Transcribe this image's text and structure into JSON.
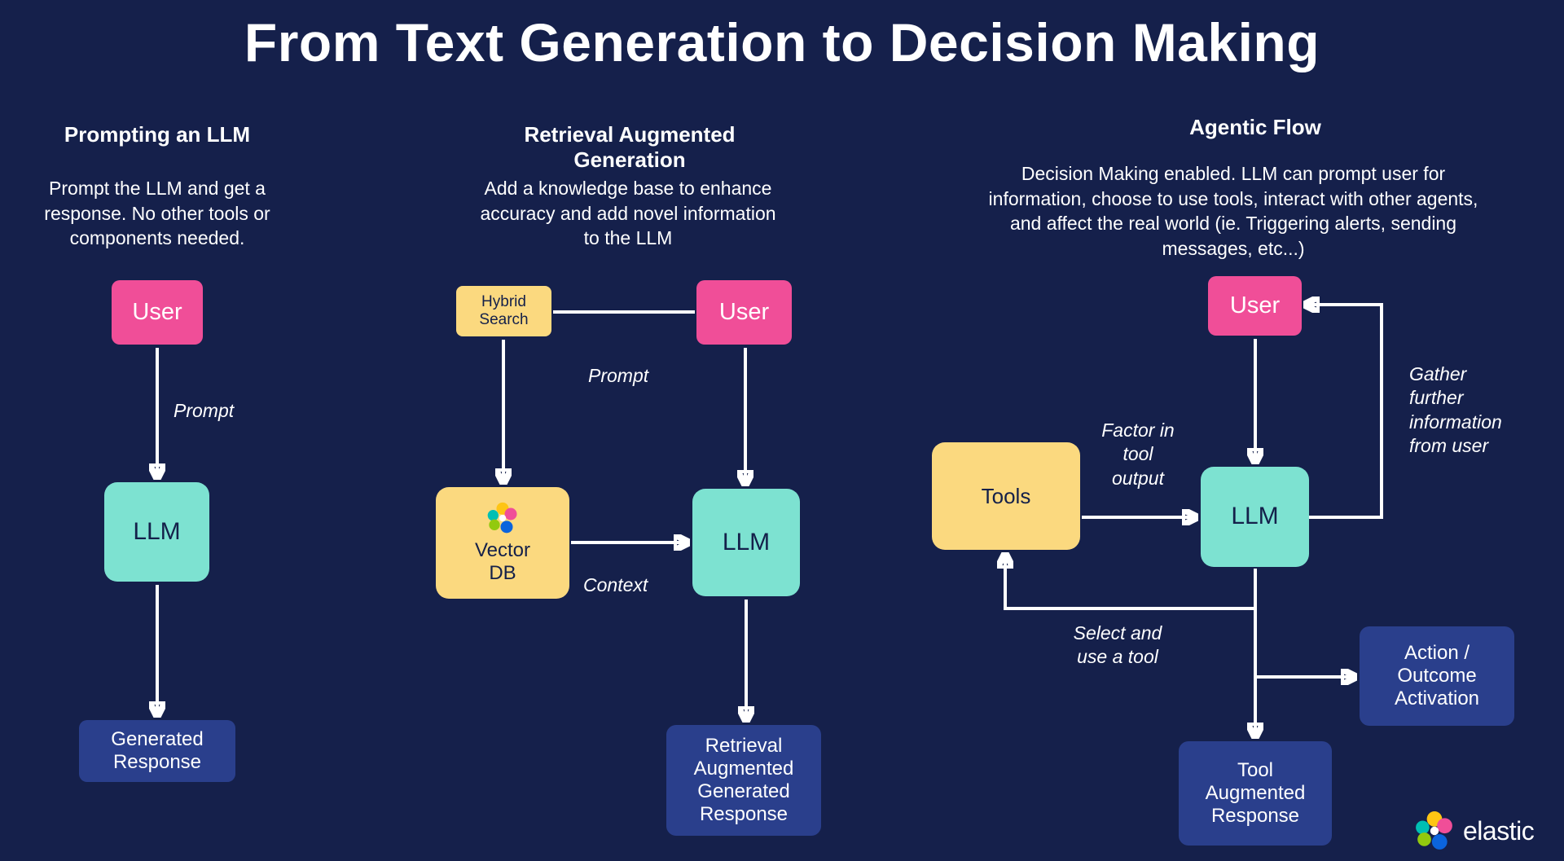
{
  "title": "From Text Generation to Decision Making",
  "brand": {
    "name": "elastic"
  },
  "colors": {
    "background": "#15204B",
    "pink": "#F04E98",
    "teal": "#7DE2D1",
    "yellow": "#FBD97F",
    "navy_box": "#2A3F8C",
    "box_text_dark": "#14204A",
    "text_light": "#FFFFFF"
  },
  "columns": [
    {
      "heading": "Prompting an LLM",
      "description": "Prompt the LLM and get a response. No other tools or components needed.",
      "nodes": {
        "user": "User",
        "llm": "LLM",
        "response": "Generated Response"
      },
      "labels": {
        "prompt": "Prompt"
      }
    },
    {
      "heading": "Retrieval Augmented Generation",
      "description": "Add a knowledge base to enhance accuracy and add novel information to the LLM",
      "nodes": {
        "hybrid_search": "Hybrid Search",
        "user": "User",
        "vector_db": "Vector DB",
        "llm": "LLM",
        "response": "Retrieval Augmented Generated Response"
      },
      "labels": {
        "prompt": "Prompt",
        "context": "Context"
      }
    },
    {
      "heading": "Agentic Flow",
      "description": "Decision Making enabled. LLM can prompt user for information, choose to use tools, interact with other agents, and affect the real world (ie. Triggering alerts, sending messages, etc...)",
      "nodes": {
        "user": "User",
        "tools": "Tools",
        "llm": "LLM",
        "action": "Action / Outcome Activation",
        "response": "Tool Augmented Response"
      },
      "labels": {
        "factor": "Factor in tool output",
        "gather": "Gather further information from user",
        "select": "Select and use a tool"
      }
    }
  ]
}
